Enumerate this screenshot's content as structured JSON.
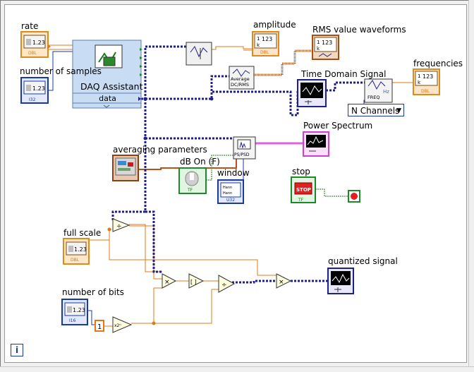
{
  "controls": {
    "rate": "rate",
    "number_of_samples": "number of samples",
    "averaging_parameters": "averaging parameters",
    "db_on": "dB On (F)",
    "window": "window",
    "stop": "stop",
    "full_scale": "full scale",
    "number_of_bits": "number of bits"
  },
  "indicators": {
    "amplitude": "amplitude",
    "rms_waveforms": "RMS value waveforms",
    "time_domain": "Time Domain Signal",
    "frequencies": "frequencies",
    "power_spectrum": "Power Spectrum",
    "quantized_signal": "quantized signal"
  },
  "daq": {
    "title": "DAQ Assistant",
    "data_label": "data"
  },
  "enum": {
    "value": "N Channels"
  },
  "terminal_glyphs": {
    "numeric": "1.23",
    "int_numeric": "123",
    "dbl": "DBL",
    "i32": "I32",
    "u32": "U32",
    "tf": "TF",
    "stop_btn": "STOP",
    "k": "k",
    "const_one": "1",
    "freq": "FREQ",
    "ps_psd": "PS/PSD",
    "dc_rms": "DC/RMS",
    "average": "Average",
    "pow2": "x2ⁿ",
    "round": "[ ]",
    "info": "i"
  },
  "colors": {
    "wire_orange": "#e07818",
    "wire_dynamic": "#20208a",
    "wire_pink": "#e060e0",
    "wire_green": "#1a7a1a",
    "wire_brown": "#c05018",
    "dbl_border": "#e08a1c",
    "int_border": "#1a3aa0",
    "bool_border": "#1a8a2a",
    "cluster_border": "#8a4010",
    "daq_bg": "#c8dcf4"
  }
}
